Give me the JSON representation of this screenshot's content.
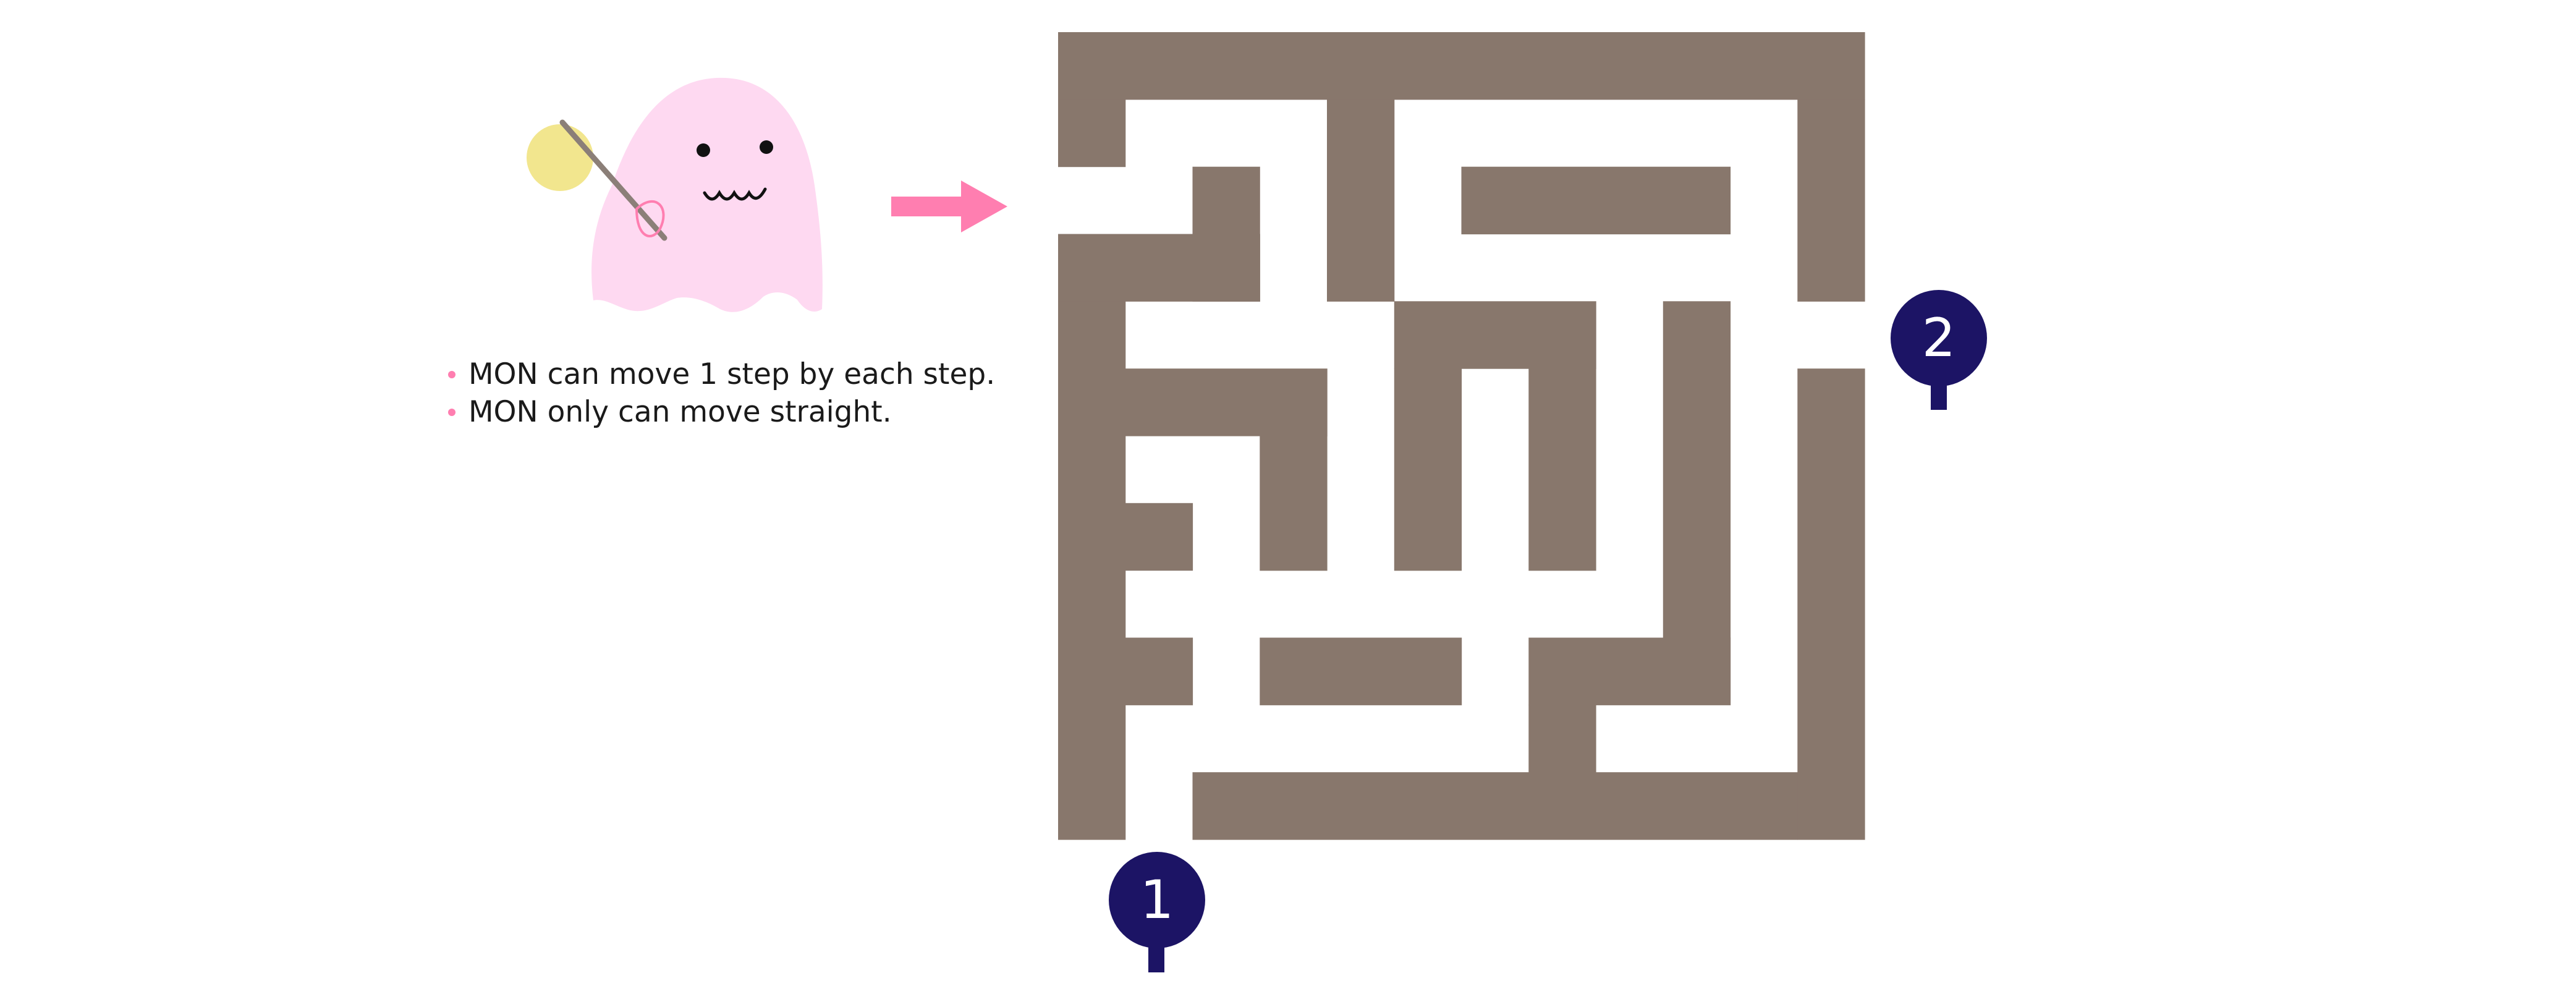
{
  "rules": [
    "MON can move 1 step by each step.",
    "MON only can move straight."
  ],
  "markers": [
    {
      "label": "1"
    },
    {
      "label": "2"
    }
  ],
  "colors": {
    "wall": "#88776c",
    "marker": "#1c1465",
    "arrow": "#ff7eb0",
    "bullet": "#ff7eb0",
    "ghost_body": "#fed9f1",
    "ghost_ball": "#f2e68e",
    "wand": "#8b7f78",
    "text": "#1a1a1a"
  },
  "icons": {
    "character": "pink-ghost-with-wand-icon",
    "direction": "right-arrow-icon",
    "marker": "map-pin-icon"
  },
  "maze": {
    "entrance_direction": "left",
    "exits": [
      "bottom-left",
      "right"
    ]
  }
}
